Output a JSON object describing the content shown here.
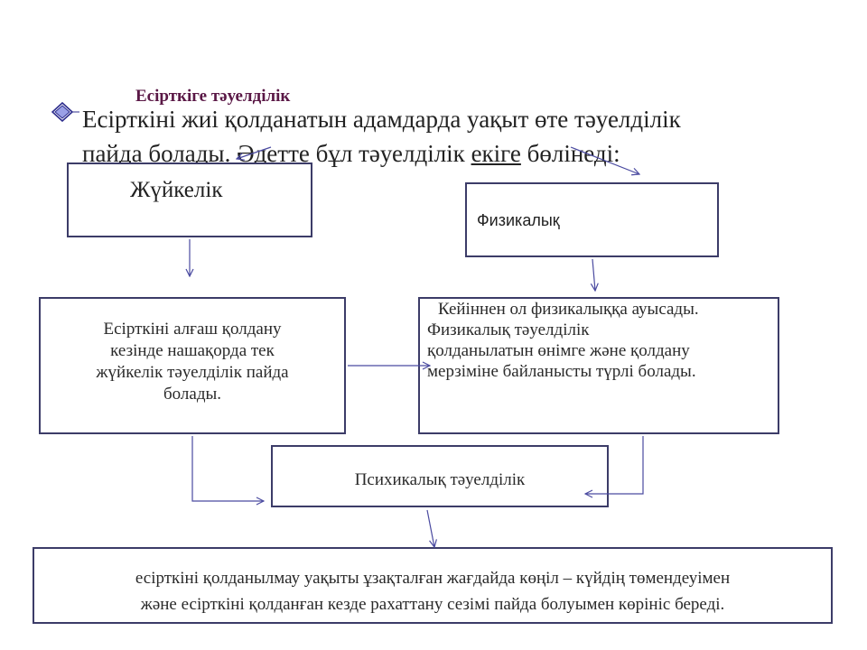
{
  "slide": {
    "title": "Есірткіге тәуелділік",
    "bullet": {
      "line1": "Есірткіні жиі қолданатын адамдарда уақыт өте тәуелділік",
      "line2_start": "пайда болады. Әдетте бұл тәуелділік ",
      "line2_underlined": "екіге",
      "line2_end": " бөлінеді:"
    }
  },
  "diagram": {
    "nervous": "Жүйкелік",
    "physical": "Физикалық",
    "first_use": {
      "line1": "Есірткіні алғаш қолдану",
      "line2": "кезінде нашақорда тек",
      "line3": "жүйкелік тәуелділік пайда",
      "line4": "болады."
    },
    "later": {
      "line1": "Кейіннен ол физикалыққа ауысады.",
      "line2": "Физикалық тәуелділік",
      "line3": "қолданылатын өнімге және қолдану",
      "line4": "мерзіміне байланысты түрлі болады."
    },
    "psychological": "Психикалық тәуелділік",
    "final": {
      "line1": "есірткіні қолданылмау уақыты ұзақталған жағдайда көңіл – күйдің төмендеуімен",
      "line2": "және есірткіні қолданған кезде рахаттану сезімі пайда болуымен көрініс береді."
    }
  },
  "colors": {
    "title": "#5a1846",
    "box_border": "#3c3c68",
    "connector": "#4a4aa0",
    "bullet_diamond": "#2c2c8c"
  },
  "icons": {
    "bullet": "diamond-bullet-icon"
  }
}
